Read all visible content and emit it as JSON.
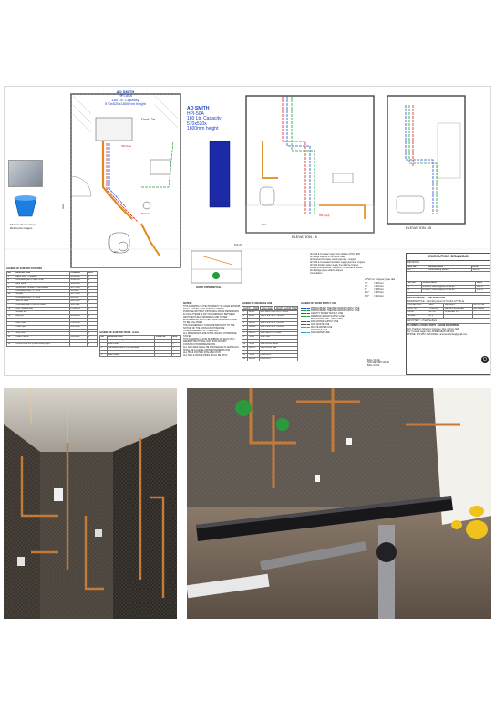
{
  "drawing": {
    "heater_label_1": [
      "AO SMITH",
      "HPI-50A",
      "180 Ltr. Capacity",
      "570x520x1800mm height"
    ],
    "heater_label_2": [
      "AO SMITH",
      "HPI-50A",
      "180 Ltr. Capacity",
      "570x520x",
      "1800mm height"
    ],
    "duct_label": "Duct -2a",
    "hw_outlet": "HW Outlet",
    "elevation_a": "ELEVATION - A",
    "elevation_b": "ELEVATION - B",
    "sunk_pipe_detail": "SUNK PIPE DETAIL",
    "shower_caption": [
      "Shower channel trap",
      "Reference images"
    ],
    "door_label": "Door",
    "wc_label": "W.C",
    "floor_trap_label": "Floor trap",
    "tank_label": "Tank",
    "hw_supply_label": "HW supply",
    "fromd_label": "From D",
    "table1_title": "LEGEND OF SANITARY FIXTURES",
    "table1_headers": [
      "NO",
      "DESCRIPTION",
      "CODE NO",
      "NOS"
    ],
    "table1_rows": [
      [
        "1",
        "Basin mixer - Pedestal",
        "10584400",
        "1"
      ],
      [
        "2",
        "Concealed part of basin mixer",
        "10820180",
        "1"
      ],
      [
        "3",
        "Bath Spout",
        "10413400",
        "1"
      ],
      [
        "4",
        "Single lever Shower - Thermostatic",
        "10773400",
        "1"
      ],
      [
        "",
        "Concealed body - 2 - BOS",
        "1665180",
        ""
      ],
      [
        "5a",
        "Shower",
        "10771000",
        "1"
      ],
      [
        "",
        "Concealed body - 3 - BOS",
        "1665180",
        ""
      ],
      [
        "6",
        "Shut off valve",
        "10974000",
        "1"
      ],
      [
        "",
        "Concealed part of shut off valve",
        "10971180",
        ""
      ],
      [
        "7a",
        "Over head shower",
        "27394000",
        "1"
      ],
      [
        "",
        "Shower arm",
        "",
        ""
      ],
      [
        "7b",
        "Body jet",
        "28440000",
        "1"
      ],
      [
        "8",
        "Hand shower",
        "28567400",
        "1"
      ],
      [
        "",
        "Wall Outlet",
        "27414000",
        ""
      ],
      [
        "",
        "Hose Pipe",
        "28154000",
        ""
      ],
      [
        "",
        "Holder",
        "27411000",
        ""
      ],
      [
        "9",
        "Stop cock",
        "",
        "1"
      ],
      [
        "10",
        "Health Faucet",
        "32118000",
        "1"
      ],
      [
        "11a",
        "Bottle Trap",
        "754672",
        "1"
      ],
      [
        "12",
        "Control cock 3/4\"(Kohler/Cotto)/Ceph",
        "",
        "1"
      ]
    ],
    "table2_title": "LEGEND OF SANITARY WARE - Kohler",
    "table2_headers": [
      "NO",
      "DESCRIPTION",
      "CODE NO",
      "NOS"
    ],
    "table2_rows": [
      [
        "1",
        "W.C. Wall Hung (Inbuilt flush)",
        "",
        "1"
      ],
      [
        "",
        "Seat Cover",
        "",
        "1"
      ],
      [
        "2",
        "Concealed cistern (For Operated)",
        "",
        "1"
      ],
      [
        "",
        "Plate",
        "",
        "1"
      ],
      [
        "3",
        "Wash Basin",
        "",
        "1"
      ]
    ],
    "notes_title": "NOTES :",
    "notes": [
      "THIS DRAWING IS THE PROPERTY OF ANAM ENTERPRISE",
      "SHALL NOT BE USED FOR ANY OTHER",
      "PURPOSE WITHOUT OBTAINING PRIOR PERMISSION",
      "IN CASE THERE IS ANY DISCREPANCY BETWEEN",
      "ARCHITECTURAL DRAWINGS AND OTHER",
      "ENGINEERING, ARCHITECTURAL DRAWINGS HAVE",
      "TO BE FOLLOWED",
      "THE DISCREPANCY SHALL BE BROUGHT TO THE",
      "NOTICE OF THE CONSULTANT BEFORE",
      "COMMENCEMENT OF THE WORK",
      "ALL DIMENSIONS ARE IN MM UNLESS OTHERWISE",
      "STATED",
      "THIS DRAWING IS FOR PLUMBING DETAILS ONLY",
      "REFER STRUCTURAL DWG FOR ADJOINT",
      "CONSTRUCTION DIMENSIONS",
      "ALL CW LINES SHALL BE CONCEALED IN VERTICALS",
      "SHALL BE 12 LEVEL FROM FINISHED FLOOR",
      "ALL HW & CW PIPE SHALL BE CPVC",
      "ALL SOIL & WASTE PIPES SHALL BE UPVC"
    ],
    "drain_title": "LEGEND OF DRAINAGE LINE",
    "drain_headers": [
      "LOW P - TRAP",
      "Floor drain",
      "MULTI FLOOR TRAP"
    ],
    "drain_rows": [
      [
        "1",
        "40mm",
        "SVC SWR PIPE SN 6 / 4KGSI"
      ],
      [
        "2",
        "50mm",
        "SWR PIPE SN 6 / 4KGSI"
      ],
      [
        "3",
        "75mm",
        "SWR PIPE SN 6 / 4KGSI"
      ],
      [
        "4",
        "110mm",
        "SWR PIPE SN 6 / 4KGSI"
      ],
      [
        "5",
        "160mm",
        "SWR PIPE SN 6 / 4KGSI"
      ],
      [
        "6",
        "75mm",
        "SWR BEND 87.5 DEG"
      ],
      [
        "7",
        "110mm",
        "SWR BEND 87.5 DEG"
      ],
      [
        "8",
        "75mm",
        "SWR TEE"
      ],
      [
        "9",
        "110mm",
        "SWR TEE"
      ],
      [
        "10",
        "75mm",
        "SWR DOOR BEND"
      ],
      [
        "11",
        "110mm",
        "SWR DOOR TEE"
      ],
      [
        "12",
        "110mm",
        "SWR REDUCER"
      ],
      [
        "13",
        "75mm",
        "CLEANOUT"
      ],
      [
        "14",
        "110mm",
        "CLEANOUT"
      ]
    ],
    "water_title": "LEGEND OF WATER SUPPLY LINE",
    "water_rows": [
      "PRESSURIZED TREATED WATER SUPPLY LINE",
      "PRESSURIZED TREATED WATER SUPPLY LINE",
      "GRAVITY WATER SUPPLY LINE",
      "DRINKING WATER SUPPLY LINE",
      "HOT WATER LINE - INSULATED",
      "RAW WATER SUPPLY LINE",
      "SOIL WASTE LINE",
      "WASTE WATER LINE",
      "DRAINAGE LINE",
      "RAIN WATER LINE"
    ],
    "water_abbrev": [
      "BALL VALVE",
      "NON RETURN VALVE",
      "BALL COCK"
    ],
    "pipe_notes": [
      "All Cold & hot water supply line shall be CPVC SDR",
      "All fittings shall be of the same make",
      "All Exposed hot water supply pipe line - Copper",
      "All Cold & Concealed hot water supply pipe line - Copper",
      "All Cold drinking water supply line shall be Copper",
      "Please provide valves / supports / horizontal & vertical",
      "All drainage pipes shall be sloped",
      "Consultation"
    ],
    "pipe_sizes_title": "cPVC to Copper pipe dia",
    "pipe_sizes": [
      [
        "½\"",
        "= 15mm"
      ],
      [
        "¾\"",
        "= 22mm"
      ],
      [
        "1\"",
        "= 28mm"
      ],
      [
        "1¼\"",
        "= 35mm"
      ],
      [
        "1½\"",
        "= 42mm"
      ]
    ],
    "exec_title": "EXECUTION DRAWING",
    "revisions_title": "REVISIONS",
    "revisions_headers": [
      "REV NO",
      "DESCRIPTION",
      "DATE"
    ],
    "revisions_rows": [
      [
        "R0",
        "Initial drawing issued",
        "12/6/17"
      ]
    ],
    "issued_headers": [
      "SR. NO",
      "COPIES SENT",
      "DATE"
    ],
    "issued_rows": [
      [
        "1",
        "Architect, Client, Agency & Site etc",
        "08/7/17"
      ],
      [
        "2",
        "Architect, Client, Agency & Site etc",
        "13/7/17"
      ]
    ],
    "project_title": "PROJECT NAME :- ONE PANCHVATI",
    "drawing_title": "DRAWING TITLE :- Plumbing layout of TOILET-1(TYPE-A)",
    "title_rows": [
      [
        "PROJECT NO",
        "1012",
        "DRAWING",
        "Anil Parmar"
      ],
      [
        "DRG. NO",
        "T-102-A01",
        "DESIGN MANAGER",
        "Anil Gauda"
      ],
      [
        "DATE",
        "13/7/17",
        "CHECKED BY",
        ""
      ],
      [
        "SCALE",
        "NTS",
        "",
        ""
      ]
    ],
    "architect": "ARCHITECT :- Pratik Sedhani",
    "consultant": "PLUMBING CONSULTANTS :- ANAM ENTERPRISE",
    "address_1": "321, Prathvam Shopping Complex, Opp. Nehrus Hall",
    "address_2": "Tel: 6 Anand nagar road, AHMEDABAD 380 001",
    "phone": "PHONE: 079 2657 1125  EMAIL : anamenterprise@gmail.com",
    "logo_letter": "Q"
  },
  "colors": {
    "pipe_red": "#d62020",
    "pipe_blue": "#2a48d6",
    "pipe_green": "#1e9e3a",
    "pipe_orange": "#e08a1c",
    "heater_blue": "#1c2aa8",
    "photo_left_dark": "#2a2624",
    "photo_right_dark": "#3a3530"
  }
}
